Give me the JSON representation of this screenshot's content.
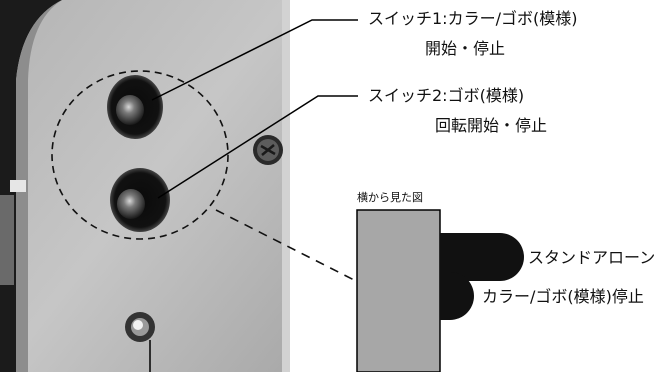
{
  "switch1": {
    "line1": "スイッチ1:カラー/ゴボ(模様)",
    "line2": "開始・停止"
  },
  "switch2": {
    "line1": "スイッチ2:ゴボ(模様)",
    "line2": "回転開始・停止"
  },
  "side_view": {
    "title": "横から見た図",
    "position_upper": "スタンドアローン",
    "position_lower": "カラー/ゴボ(模様)停止"
  }
}
